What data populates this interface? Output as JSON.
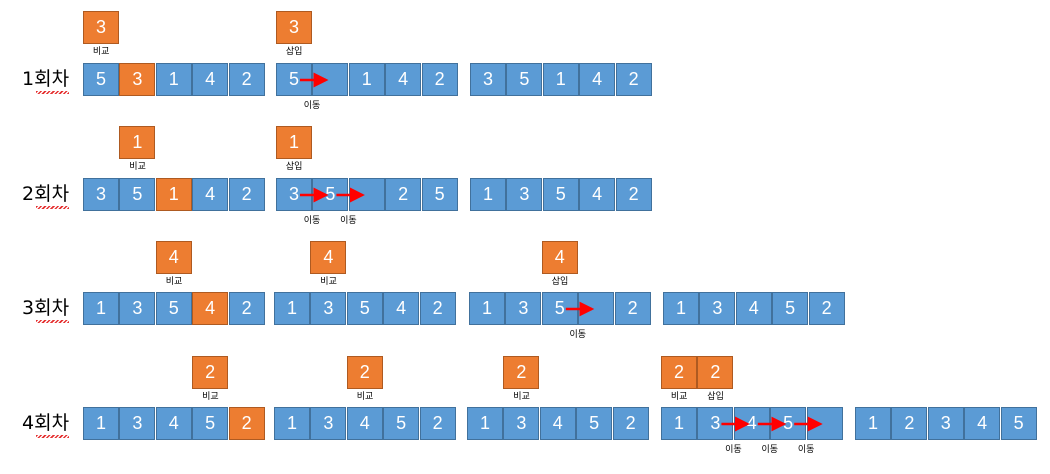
{
  "rounds": [
    {
      "label": "1회차",
      "arrays": [
        {
          "cells": [
            "5",
            "3",
            "1",
            "4",
            "2"
          ],
          "highlight": [
            1
          ]
        },
        {
          "cells": [
            "5",
            "",
            "1",
            "4",
            "2"
          ],
          "highlight": []
        },
        {
          "cells": [
            "3",
            "5",
            "1",
            "4",
            "2"
          ],
          "highlight": []
        }
      ],
      "singles": [
        {
          "value": "3",
          "caption": "비교",
          "array": 0,
          "slot": 0
        },
        {
          "value": "3",
          "caption": "삽입",
          "array": 1,
          "slot": 0
        }
      ],
      "moves": [
        {
          "caption": "이동",
          "array": 1,
          "slot": 0
        }
      ]
    },
    {
      "label": "2회차",
      "arrays": [
        {
          "cells": [
            "3",
            "5",
            "1",
            "4",
            "2"
          ],
          "highlight": [
            2
          ]
        },
        {
          "cells": [
            "3",
            "5",
            "",
            "2",
            "5"
          ],
          "highlight": []
        },
        {
          "cells": [
            "1",
            "3",
            "5",
            "4",
            "2"
          ],
          "highlight": []
        }
      ],
      "singles": [
        {
          "value": "1",
          "caption": "비교",
          "array": 0,
          "slot": 1
        },
        {
          "value": "1",
          "caption": "삽입",
          "array": 1,
          "slot": 0
        }
      ],
      "moves": [
        {
          "caption": "이동",
          "array": 1,
          "slot": 0
        },
        {
          "caption": "이동",
          "array": 1,
          "slot": 1
        }
      ]
    },
    {
      "label": "3회차",
      "arrays": [
        {
          "cells": [
            "1",
            "3",
            "5",
            "4",
            "2"
          ],
          "highlight": [
            3
          ]
        },
        {
          "cells": [
            "1",
            "3",
            "5",
            "4",
            "2"
          ],
          "highlight": []
        },
        {
          "cells": [
            "1",
            "3",
            "5",
            "",
            "2"
          ],
          "highlight": []
        },
        {
          "cells": [
            "1",
            "3",
            "4",
            "5",
            "2"
          ],
          "highlight": []
        }
      ],
      "singles": [
        {
          "value": "4",
          "caption": "비교",
          "array": 0,
          "slot": 2
        },
        {
          "value": "4",
          "caption": "비교",
          "array": 1,
          "slot": 1
        },
        {
          "value": "4",
          "caption": "삽입",
          "array": 2,
          "slot": 2
        }
      ],
      "moves": [
        {
          "caption": "이동",
          "array": 2,
          "slot": 2
        }
      ]
    },
    {
      "label": "4회차",
      "arrays": [
        {
          "cells": [
            "1",
            "3",
            "4",
            "5",
            "2"
          ],
          "highlight": [
            4
          ]
        },
        {
          "cells": [
            "1",
            "3",
            "4",
            "5",
            "2"
          ],
          "highlight": []
        },
        {
          "cells": [
            "1",
            "3",
            "4",
            "5",
            "2"
          ],
          "highlight": []
        },
        {
          "cells": [
            "1",
            "3",
            "4",
            "5",
            ""
          ],
          "highlight": []
        },
        {
          "cells": [
            "1",
            "2",
            "3",
            "4",
            "5"
          ],
          "highlight": []
        }
      ],
      "singles": [
        {
          "value": "2",
          "caption": "비교",
          "array": 0,
          "slot": 3
        },
        {
          "value": "2",
          "caption": "비교",
          "array": 1,
          "slot": 2
        },
        {
          "value": "2",
          "caption": "비교",
          "array": 2,
          "slot": 1
        },
        {
          "value": "2",
          "caption": "비교",
          "array": 3,
          "slot": 0
        },
        {
          "value": "2",
          "caption": "삽입",
          "array": 3,
          "slot": 1
        }
      ],
      "moves": [
        {
          "caption": "이동",
          "array": 3,
          "slot": 1
        },
        {
          "caption": "이동",
          "array": 3,
          "slot": 2
        },
        {
          "caption": "이동",
          "array": 3,
          "slot": 3
        }
      ]
    }
  ],
  "colors": {
    "cell": "#5b9bd5",
    "highlight": "#ed7d31",
    "arrow": "#ff0000"
  }
}
